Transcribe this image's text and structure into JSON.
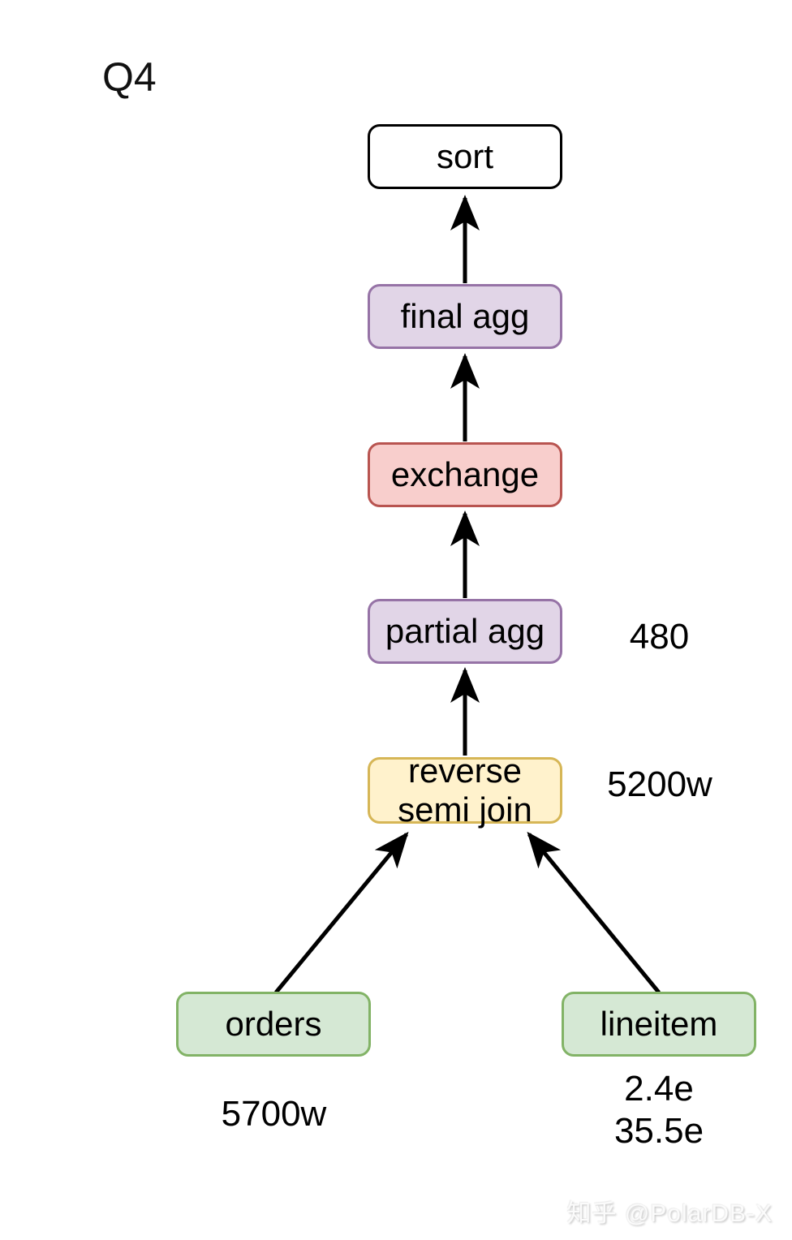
{
  "title": "Q4",
  "watermark": "知乎 @PolarDB-X",
  "diagram": {
    "nodes": {
      "sort": {
        "label": "sort",
        "fill": "#FFFFFF",
        "stroke": "#000000"
      },
      "final_agg": {
        "label": "final agg",
        "fill": "#E1D5E7",
        "stroke": "#9673A6"
      },
      "exchange": {
        "label": "exchange",
        "fill": "#F8CECC",
        "stroke": "#B85450"
      },
      "partial_agg": {
        "label": "partial agg",
        "fill": "#E1D5E7",
        "stroke": "#9673A6"
      },
      "semi_join": {
        "label": "reverse semi join",
        "fill": "#FFF2CC",
        "stroke": "#D6B656"
      },
      "orders": {
        "label": "orders",
        "fill": "#D5E8D4",
        "stroke": "#82B366"
      },
      "lineitem": {
        "label": "lineitem",
        "fill": "#D5E8D4",
        "stroke": "#82B366"
      }
    },
    "annotations": {
      "partial_agg_rows": "480",
      "semi_join_rows": "5200w",
      "orders_rows": "5700w",
      "lineitem_rows_line1": "2.4e",
      "lineitem_rows_line2": "35.5e"
    },
    "edges": [
      {
        "from": "final_agg",
        "to": "sort"
      },
      {
        "from": "exchange",
        "to": "final_agg"
      },
      {
        "from": "partial_agg",
        "to": "exchange"
      },
      {
        "from": "semi_join",
        "to": "partial_agg"
      },
      {
        "from": "orders",
        "to": "semi_join"
      },
      {
        "from": "lineitem",
        "to": "semi_join"
      }
    ],
    "arrow_color": "#000000"
  }
}
